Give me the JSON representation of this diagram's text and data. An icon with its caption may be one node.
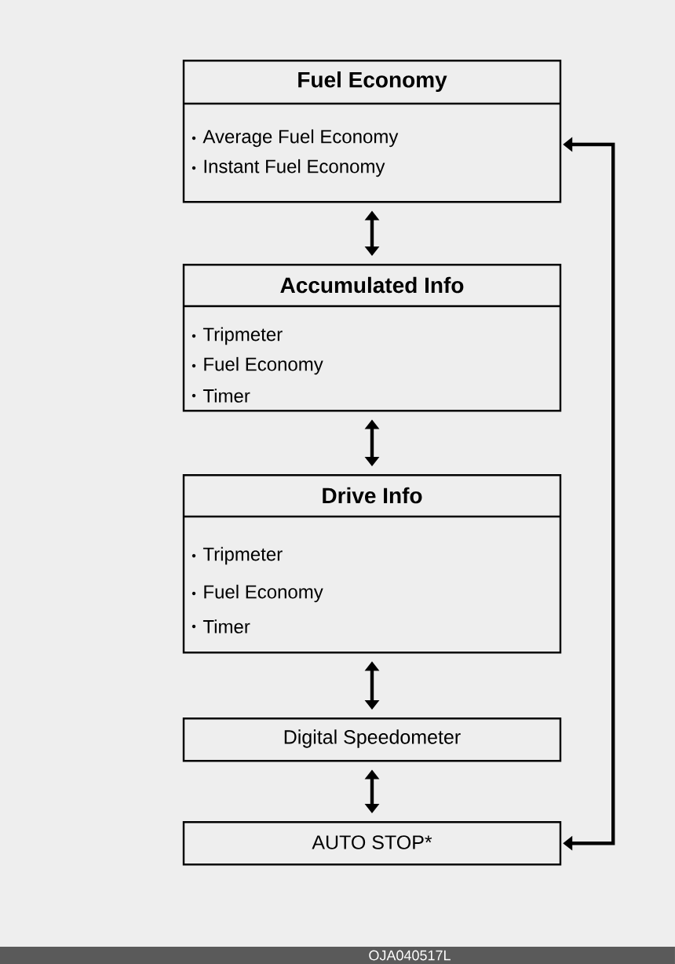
{
  "diagram": {
    "nodes": [
      {
        "text": [
          "Fuel Economy",
          "Average Fuel Economy",
          "Instant  Fuel Economy"
        ]
      },
      {
        "text": [
          "Accumulated Info",
          "Tripmeter",
          "Fuel Economy",
          "Timer"
        ]
      },
      {
        "text": [
          "Drive Info",
          "Tripmeter",
          "Fuel Economy",
          "Timer"
        ]
      },
      {
        "text": [
          "Digital Speedometer"
        ]
      },
      {
        "text": [
          "AUTO STOP*"
        ]
      }
    ],
    "edges": [
      {
        "from": 0,
        "to": 1,
        "arrow": "both"
      },
      {
        "from": 1,
        "to": 2,
        "arrow": "both"
      },
      {
        "from": 2,
        "to": 3,
        "arrow": "both"
      },
      {
        "from": 3,
        "to": 4,
        "arrow": "both"
      },
      {
        "from": 4,
        "to": 0,
        "arrow": "both"
      }
    ],
    "labels": [
      "OJA040517L"
    ]
  }
}
